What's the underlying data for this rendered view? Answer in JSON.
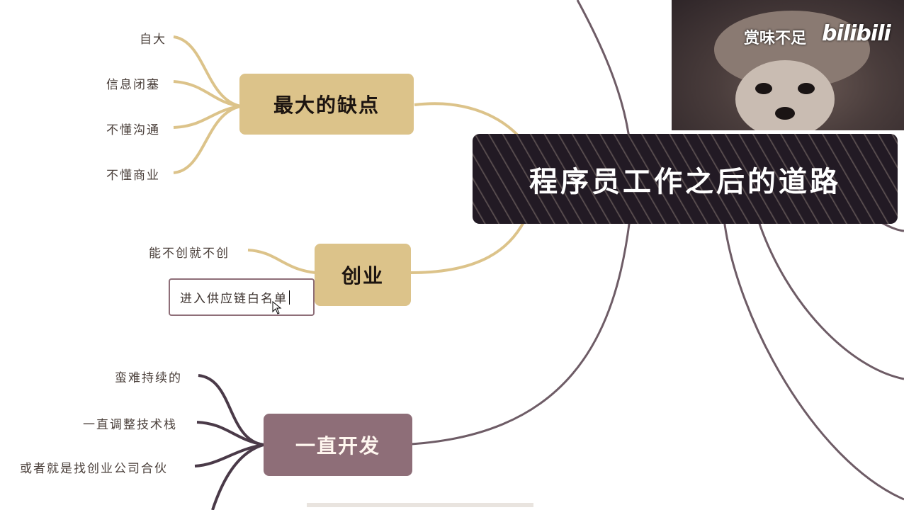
{
  "central": {
    "title": "程序员工作之后的道路"
  },
  "branches": [
    {
      "label": "最大的缺点",
      "leaves": [
        "自大",
        "信息闭塞",
        "不懂沟通",
        "不懂商业"
      ]
    },
    {
      "label": "创业",
      "leaves": [
        "能不创就不创"
      ],
      "editing": "进入供应链白名单"
    },
    {
      "label": "一直开发",
      "leaves": [
        "蛮难持续的",
        "一直调整技术栈",
        "或者就是找创业公司合伙"
      ]
    }
  ],
  "webcam": {
    "title": "赏味不足",
    "logo": "bilibili"
  },
  "colors": {
    "tan": "#dcc38a",
    "mauve": "#8e6e78",
    "central": "#221a24",
    "line_tan": "#dcc38a",
    "line_dark": "#4a3a48"
  }
}
